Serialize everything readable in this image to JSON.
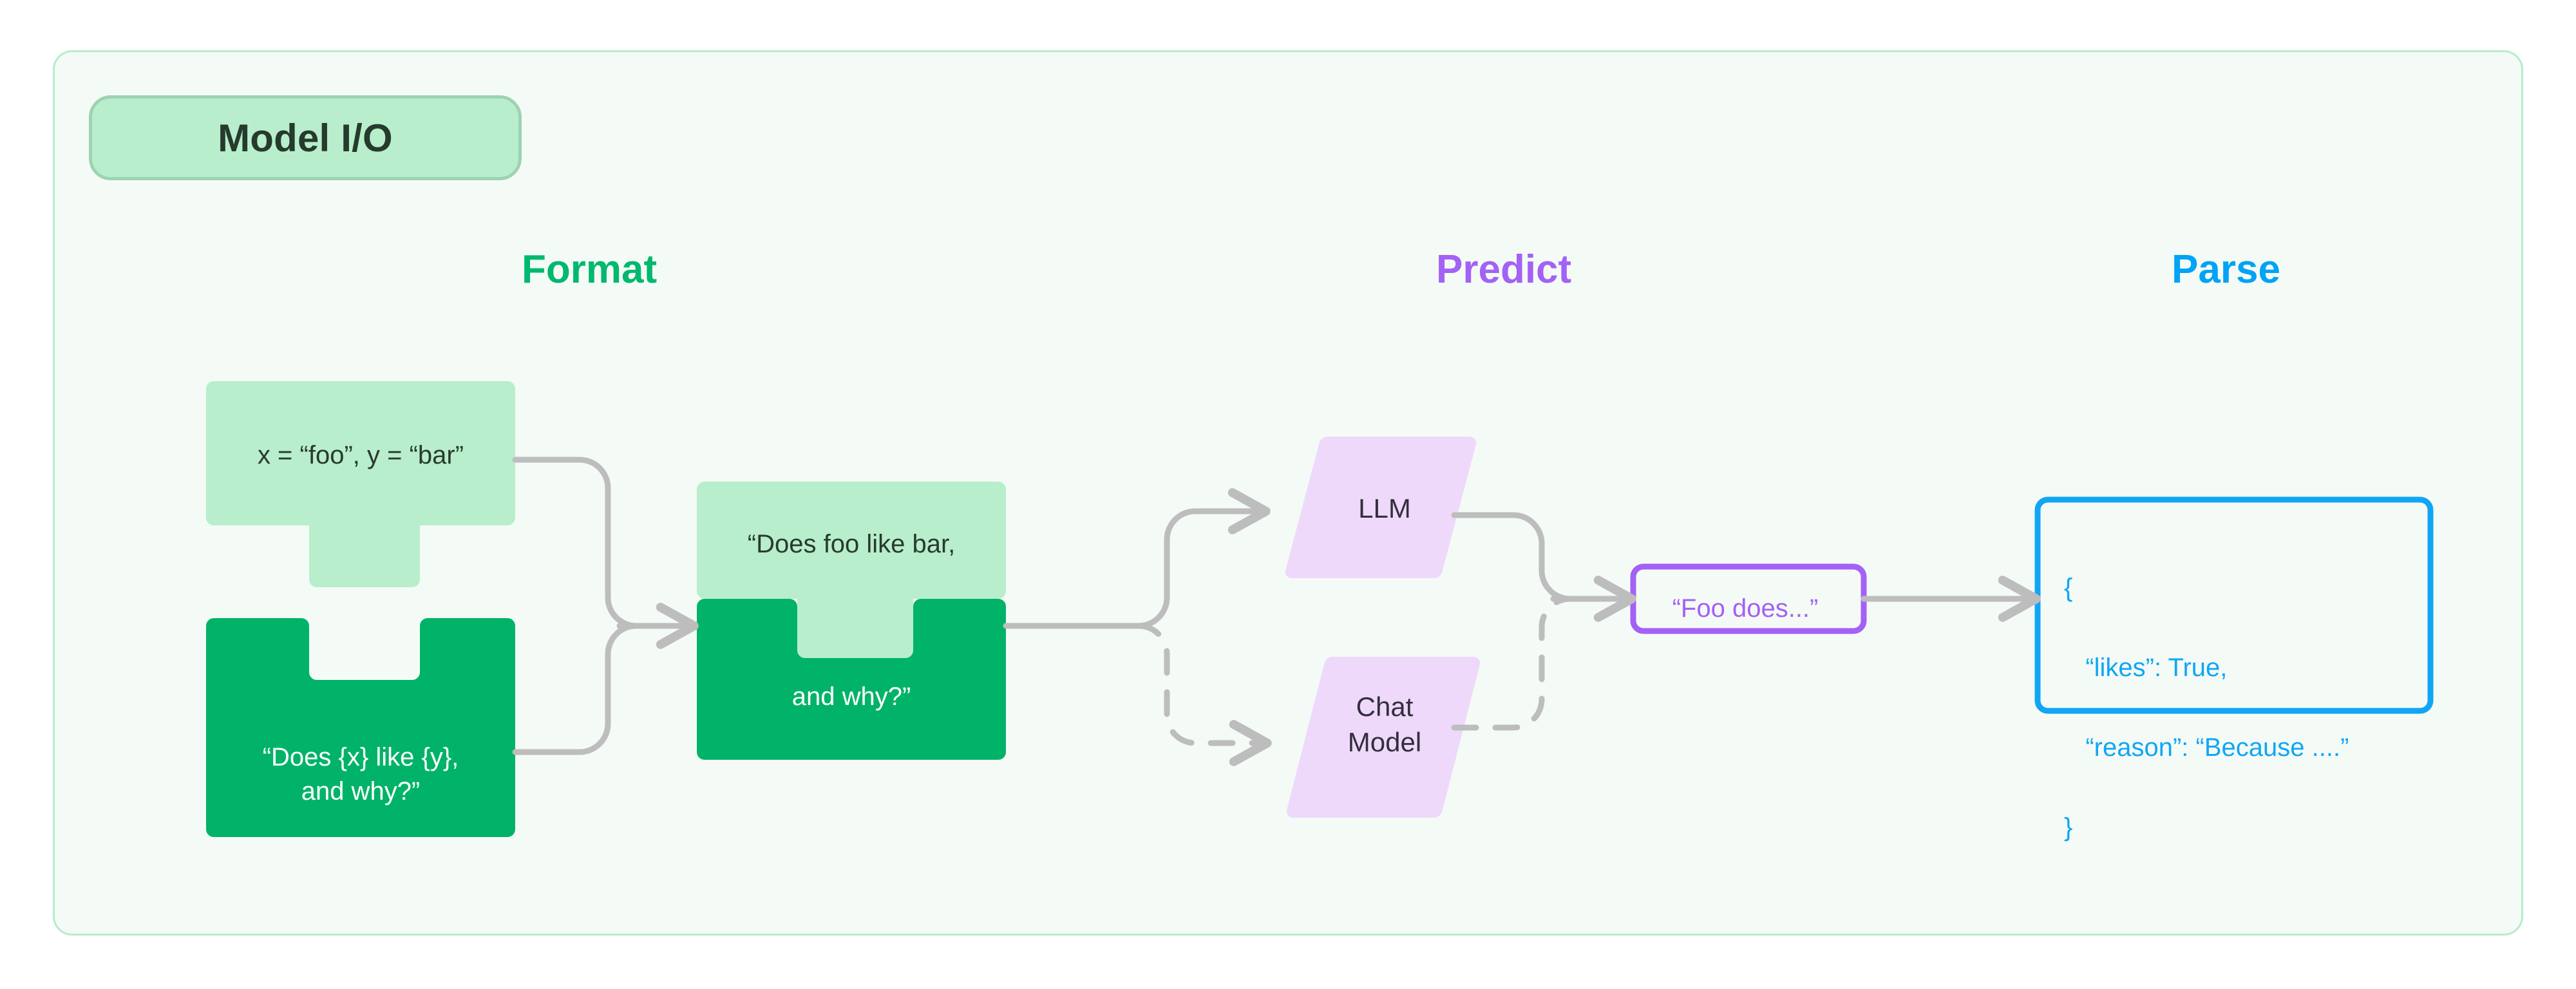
{
  "panel": {
    "badge_label": "Model I/O",
    "background_color": "#f4fbf6",
    "border_color": "#b7ecca",
    "badge_fill": "#b8eecb",
    "badge_border": "#9dd3b2"
  },
  "columns": [
    {
      "id": "format",
      "label": "Format",
      "color": "#00b86e"
    },
    {
      "id": "predict",
      "label": "Predict",
      "color": "#a461f5"
    },
    {
      "id": "parse",
      "label": "Parse",
      "color": "#01a3f5"
    }
  ],
  "format": {
    "variables_block": {
      "text": "x = “foo”, y = “bar”",
      "fill": "#b8eecb",
      "text_color": "#283a2f",
      "shape": "puzzle-tab-bottom"
    },
    "template_block": {
      "text": "“Does {x} like {y},\nand why?”",
      "fill": "#00b368",
      "text_color": "#ffffff",
      "shape": "puzzle-notch-top"
    },
    "merged_block": {
      "top_text": "“Does foo like bar,",
      "bottom_text": "and why?”",
      "top_fill": "#b8eecb",
      "bottom_fill": "#00b368",
      "top_text_color": "#283a2f",
      "bottom_text_color": "#ffffff"
    }
  },
  "predict": {
    "models": [
      {
        "id": "llm",
        "label": "LLM",
        "fill": "#eed9fb",
        "text_color": "#332f3d",
        "connector": "solid"
      },
      {
        "id": "chat",
        "label": "Chat\nModel",
        "fill": "#eed9fb",
        "text_color": "#332f3d",
        "connector": "dashed"
      }
    ],
    "output_box": {
      "text": "“Foo does...”",
      "border_color": "#a461f5",
      "text_color": "#a461f5",
      "fill": "transparent"
    }
  },
  "parse": {
    "json_box": {
      "lines": [
        "{",
        "   “likes”: True,",
        "   “reason”: “Because ....”",
        "}"
      ],
      "border_color": "#10a6f5",
      "text_color": "#10a6f5",
      "fill": "transparent"
    }
  },
  "connectors": {
    "line_color": "#bdbdbd",
    "arrow_color": "#bdbdbd"
  }
}
